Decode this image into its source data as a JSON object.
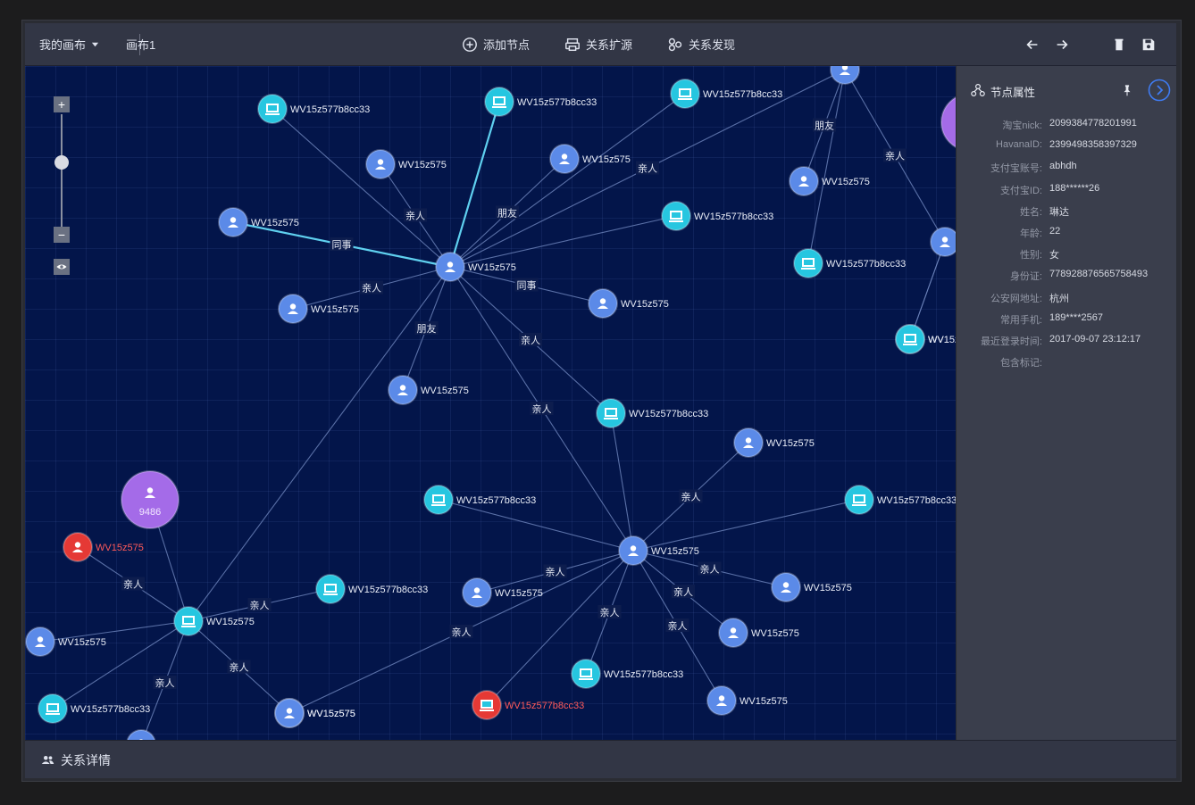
{
  "toolbar": {
    "canvas_menu": "我的画布",
    "canvas_name": "画布1",
    "add_node": "添加节点",
    "expand": "关系扩源",
    "discover": "关系发现"
  },
  "panel": {
    "title": "节点属性",
    "props": [
      {
        "key": "淘宝nick:",
        "value": "2099384778201991"
      },
      {
        "key": "HavanaID:",
        "value": "2399498358397329"
      },
      {
        "key": "支付宝账号:",
        "value": "abhdh"
      },
      {
        "key": "支付宝ID:",
        "value": "188******26"
      },
      {
        "key": "姓名:",
        "value": "琳达"
      },
      {
        "key": "年龄:",
        "value": "22"
      },
      {
        "key": "性别:",
        "value": "女"
      },
      {
        "key": "身份证:",
        "value": "778928876565758493"
      },
      {
        "key": "公安网地址:",
        "value": "杭州"
      },
      {
        "key": "常用手机:",
        "value": "189****2567"
      },
      {
        "key": "最近登录时间:",
        "value": "2017-09-07 23:12:17"
      },
      {
        "key": "包含标记:",
        "value": ""
      }
    ]
  },
  "bottom": {
    "title": "关系详情"
  },
  "colors": {
    "canvas": "#03154a",
    "user_node": "#5b8ae8",
    "device_node": "#26c6e0",
    "alert_node": "#e53935",
    "cluster_node": "#a46be8"
  },
  "graph": {
    "nodes": [
      {
        "id": "n1",
        "type": "device",
        "label": "WV15z577b8cc33"
      },
      {
        "id": "n2",
        "type": "device",
        "label": "WV15z577b8cc33"
      },
      {
        "id": "n3",
        "type": "user",
        "label": "WV15z575"
      },
      {
        "id": "n4",
        "type": "user",
        "label": "WV15z575"
      },
      {
        "id": "n5",
        "type": "user",
        "label": "WV15z575"
      },
      {
        "id": "n6",
        "type": "device",
        "label": "WV15z577b8cc33"
      },
      {
        "id": "n7",
        "type": "user",
        "label": "WV15z575"
      },
      {
        "id": "n8",
        "type": "user",
        "label": "WV15z575"
      },
      {
        "id": "n9",
        "type": "user",
        "label": "WV15z575"
      },
      {
        "id": "n10",
        "type": "device",
        "label": "WV15z577b8cc33"
      },
      {
        "id": "n11",
        "type": "user",
        "label": "WV15z575"
      },
      {
        "id": "n12",
        "type": "device",
        "label": "WV15z577b8cc33"
      },
      {
        "id": "n13",
        "type": "user",
        "label": "WV15z575"
      },
      {
        "id": "n14",
        "type": "device",
        "label": "WV15z577b8cc33"
      },
      {
        "id": "n15",
        "type": "user",
        "label": "WV15z575"
      },
      {
        "id": "n16",
        "type": "user",
        "label": "WV15z575"
      },
      {
        "id": "n17",
        "type": "device",
        "label": "WV15z577b8cc33"
      },
      {
        "id": "n18",
        "type": "device",
        "label": "WV15z577b8cc33"
      },
      {
        "id": "n19",
        "type": "user",
        "label": "WV15z575"
      },
      {
        "id": "n20",
        "type": "user",
        "label": "WV15z575"
      },
      {
        "id": "n21",
        "type": "user",
        "label": "WV15z575"
      },
      {
        "id": "n22",
        "type": "device",
        "label": "WV15z577b8cc33"
      },
      {
        "id": "n23",
        "type": "user",
        "label": "WV15z575"
      },
      {
        "id": "n24",
        "type": "user",
        "label": "WV15z575"
      },
      {
        "id": "n25",
        "type": "alert-device",
        "label": "WV15z577b8cc33"
      },
      {
        "id": "n26",
        "type": "cluster",
        "label": "9486"
      },
      {
        "id": "n27",
        "type": "alert-user",
        "label": "WV15z575"
      },
      {
        "id": "n28",
        "type": "device",
        "label": "WV15z575"
      },
      {
        "id": "n29",
        "type": "device",
        "label": "WV15z577b8cc33"
      },
      {
        "id": "n30",
        "type": "user",
        "label": "WV15z575"
      },
      {
        "id": "n31",
        "type": "device",
        "label": "WV15z577b8cc33"
      },
      {
        "id": "n32",
        "type": "user",
        "label": "WV15z575"
      },
      {
        "id": "n33",
        "type": "user",
        "label": "WV15z575"
      },
      {
        "id": "n34",
        "type": "device",
        "label": "WV15z577b8cc33"
      },
      {
        "id": "n35",
        "type": "user",
        "label": ""
      },
      {
        "id": "n36",
        "type": "cluster",
        "label": ""
      },
      {
        "id": "n37",
        "type": "user",
        "label": ""
      },
      {
        "id": "n38",
        "type": "device",
        "label": "WV1"
      }
    ],
    "edges": [
      {
        "from": "n1",
        "to": "n3",
        "label": ""
      },
      {
        "from": "n2",
        "to": "n3",
        "label": "",
        "highlight": true
      },
      {
        "from": "n4",
        "to": "n3",
        "label": "亲人"
      },
      {
        "from": "n5",
        "to": "n3",
        "label": "朋友"
      },
      {
        "from": "n7",
        "to": "n3",
        "label": "同事",
        "highlight": true
      },
      {
        "from": "n6",
        "to": "n3",
        "label": ""
      },
      {
        "from": "n8",
        "to": "n3",
        "label": "亲人"
      },
      {
        "from": "n9",
        "to": "n3",
        "label": "同事"
      },
      {
        "from": "n10",
        "to": "n3",
        "label": ""
      },
      {
        "from": "n11",
        "to": "n3",
        "label": "朋友"
      },
      {
        "from": "n3",
        "to": "n12",
        "label": "亲人"
      },
      {
        "from": "n3",
        "to": "n15",
        "label": "亲人"
      },
      {
        "from": "n3",
        "to": "n28",
        "label": ""
      },
      {
        "from": "n3",
        "to": "n35",
        "label": "亲人"
      },
      {
        "from": "n14",
        "to": "n35",
        "label": ""
      },
      {
        "from": "n35",
        "to": "n13",
        "label": "朋友"
      },
      {
        "from": "n35",
        "to": "n37",
        "label": "亲人"
      },
      {
        "from": "n37",
        "to": "n34",
        "label": ""
      },
      {
        "from": "n37",
        "to": "n38",
        "label": ""
      },
      {
        "from": "n12",
        "to": "n15",
        "label": ""
      },
      {
        "from": "n16",
        "to": "n15",
        "label": "亲人"
      },
      {
        "from": "n17",
        "to": "n15",
        "label": ""
      },
      {
        "from": "n18",
        "to": "n15",
        "label": ""
      },
      {
        "from": "n19",
        "to": "n15",
        "label": "亲人"
      },
      {
        "from": "n20",
        "to": "n15",
        "label": "亲人"
      },
      {
        "from": "n15",
        "to": "n21",
        "label": "亲人"
      },
      {
        "from": "n15",
        "to": "n22",
        "label": "亲人"
      },
      {
        "from": "n15",
        "to": "n23",
        "label": "亲人"
      },
      {
        "from": "n15",
        "to": "n24",
        "label": "亲人"
      },
      {
        "from": "n15",
        "to": "n25",
        "label": ""
      },
      {
        "from": "n27",
        "to": "n28",
        "label": "亲人"
      },
      {
        "from": "n26",
        "to": "n28",
        "label": ""
      },
      {
        "from": "n29",
        "to": "n28",
        "label": ""
      },
      {
        "from": "n30",
        "to": "n28",
        "label": "亲人"
      },
      {
        "from": "n31",
        "to": "n28",
        "label": "亲人"
      },
      {
        "from": "n28",
        "to": "n32",
        "label": "亲人"
      },
      {
        "from": "n28",
        "to": "n33",
        "label": ""
      }
    ]
  }
}
